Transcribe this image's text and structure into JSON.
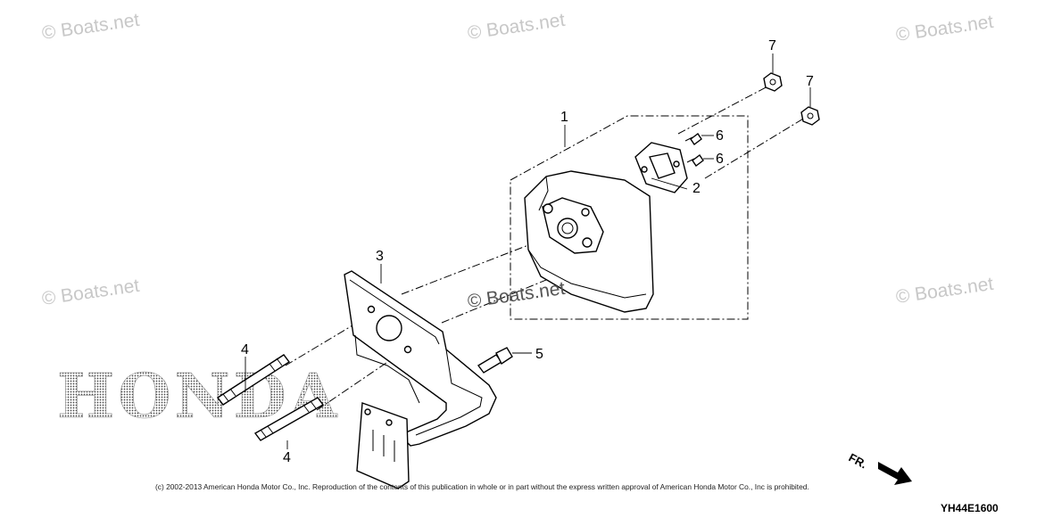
{
  "watermarks": {
    "top_left": "© Boats.net",
    "top_center": "© Boats.net",
    "top_right": "© Boats.net",
    "mid_left": "© Boats.net",
    "center": "© Boats.net",
    "mid_right": "© Boats.net"
  },
  "brand_mark": "HONDA",
  "callouts": {
    "muffler": "1",
    "gasket": "2",
    "heat_protector": "3",
    "stud_upper": "4",
    "stud_lower": "4",
    "bolt": "5",
    "screw_upper": "6",
    "screw_lower": "6",
    "nut_left": "7",
    "nut_right": "7"
  },
  "front_indicator": "FR.",
  "copyright": "(c) 2002-2013 American Honda Motor Co., Inc. Reproduction of the contents of this publication in whole or in part without the express written approval of American Honda Motor Co., Inc is prohibited.",
  "diagram_code": "YH44E1600"
}
